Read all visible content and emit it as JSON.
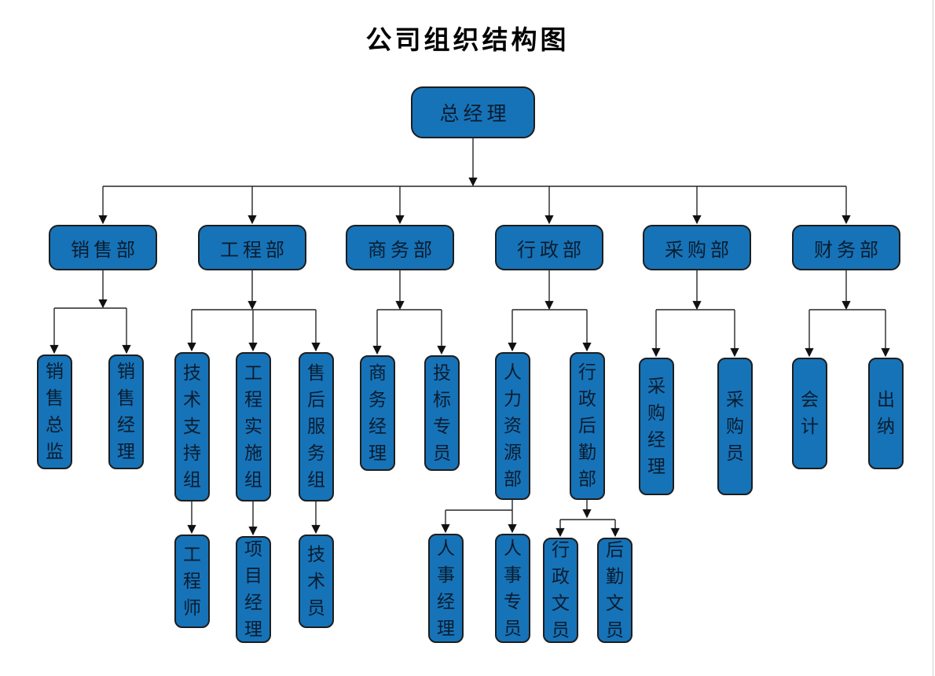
{
  "title": "公司组织结构图",
  "colors": {
    "page-bg": "#ffffff",
    "title": "#000000",
    "node-fill": "#1673b8",
    "node-border": "#1d1d1d",
    "node-text": "#0b1c2e",
    "line": "#262626",
    "arrow": "#111111",
    "page-edge": "#d0d0d0"
  },
  "tree": {
    "label": "总经理",
    "children": [
      {
        "label": "销售部",
        "children": [
          {
            "label": "销售总监"
          },
          {
            "label": "销售经理"
          }
        ]
      },
      {
        "label": "工程部",
        "children": [
          {
            "label": "技术支持组",
            "children": [
              {
                "label": "工程师"
              }
            ]
          },
          {
            "label": "工程实施组",
            "children": [
              {
                "label": "项目经理"
              }
            ]
          },
          {
            "label": "售后服务组",
            "children": [
              {
                "label": "技术员"
              }
            ]
          }
        ]
      },
      {
        "label": "商务部",
        "children": [
          {
            "label": "商务经理"
          },
          {
            "label": "投标专员"
          }
        ]
      },
      {
        "label": "行政部",
        "children": [
          {
            "label": "人力资源部",
            "children": [
              {
                "label": "人事经理"
              },
              {
                "label": "人事专员"
              }
            ]
          },
          {
            "label": "行政后勤部",
            "children": [
              {
                "label": "行政文员"
              },
              {
                "label": "后勤文员"
              }
            ]
          }
        ]
      },
      {
        "label": "采购部",
        "children": [
          {
            "label": "采购经理"
          },
          {
            "label": "采购员"
          }
        ]
      },
      {
        "label": "财务部",
        "children": [
          {
            "label": "会计"
          },
          {
            "label": "出纳"
          }
        ]
      }
    ]
  }
}
